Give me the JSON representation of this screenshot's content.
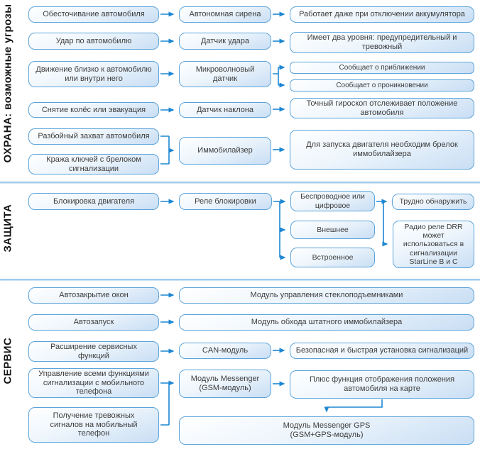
{
  "sections": [
    {
      "label": "ОХРАНА:  возможные угрозы"
    },
    {
      "label": "ЗАЩИТА"
    },
    {
      "label": "СЕРВИС"
    }
  ],
  "colors": {
    "box_border": "#5ca4da",
    "box_fill_top": "#ffffff",
    "box_fill_bottom": "#c9def4",
    "connector": "#1d87d2",
    "divider": "#8ec0e7",
    "section_label_text": "#141414",
    "box_text": "#3d3d3d"
  },
  "boxes": {
    "power_cut": "Обесточивание автомобиля",
    "siren": "Автономная сирена",
    "siren_note": "Работает даже при отключении аккумулятора",
    "impact": "Удар по автомобилю",
    "shock_sensor": "Датчик удара",
    "shock_note": "Имеет два уровня: предупредительный и\nтревожный",
    "motion": "Движение близко к автомобилю\nили внутри него",
    "microwave_sensor": "Микроволновый\nдатчик",
    "approach_note": "Сообщает о приближении",
    "intrusion_note": "Сообщает о проникновении",
    "wheel_removal": "Снятие колёс или эвакуация",
    "tilt_sensor": "Датчик наклона",
    "tilt_note": "Точный гироскоп отслеживает положение\nавтомобиля",
    "robbery": "Разбойный захват автомобиля",
    "key_theft": "Кража ключей с брелоком\nсигнализации",
    "immobilizer": "Иммобилайзер",
    "immobilizer_note": "Для запуска двигателя необходим брелок\nиммобилайзера",
    "engine_block": "Блокировка двигателя",
    "block_relay": "Реле блокировки",
    "relay_wireless": "Беспроводное или\nцифровое",
    "relay_external": "Внешнее",
    "relay_builtin": "Встроенное",
    "hard_to_find": "Трудно обнаружить",
    "drr_note": "Радио реле DRR\nможет\nиспользоваться в\nсигнализации\nStarLine B и C",
    "auto_windows": "Автозакрытие окон",
    "windows_module": "Модуль управления стеклоподъемниками",
    "autostart": "Автозапуск",
    "bypass_module": "Модуль обхода штатного иммобилайзера",
    "service_ext": "Расширение сервисных\nфункций",
    "can_module": "CAN-модуль",
    "can_note": "Безопасная и быстрая установка сигнализаций",
    "phone_control": "Управление всеми функциями\nсигнализации с мобильного\nтелефона",
    "phone_alerts": "Получение тревожных\nсигналов на мобильный\nтелефон",
    "messenger_module": "Модуль Messenger\n(GSM-модуль)",
    "messenger_note": "Плюс функция отображения положения\nавтомобиля на карте",
    "messenger_gps": "Модуль Messenger GPS\n(GSM+GPS-модуль)"
  }
}
